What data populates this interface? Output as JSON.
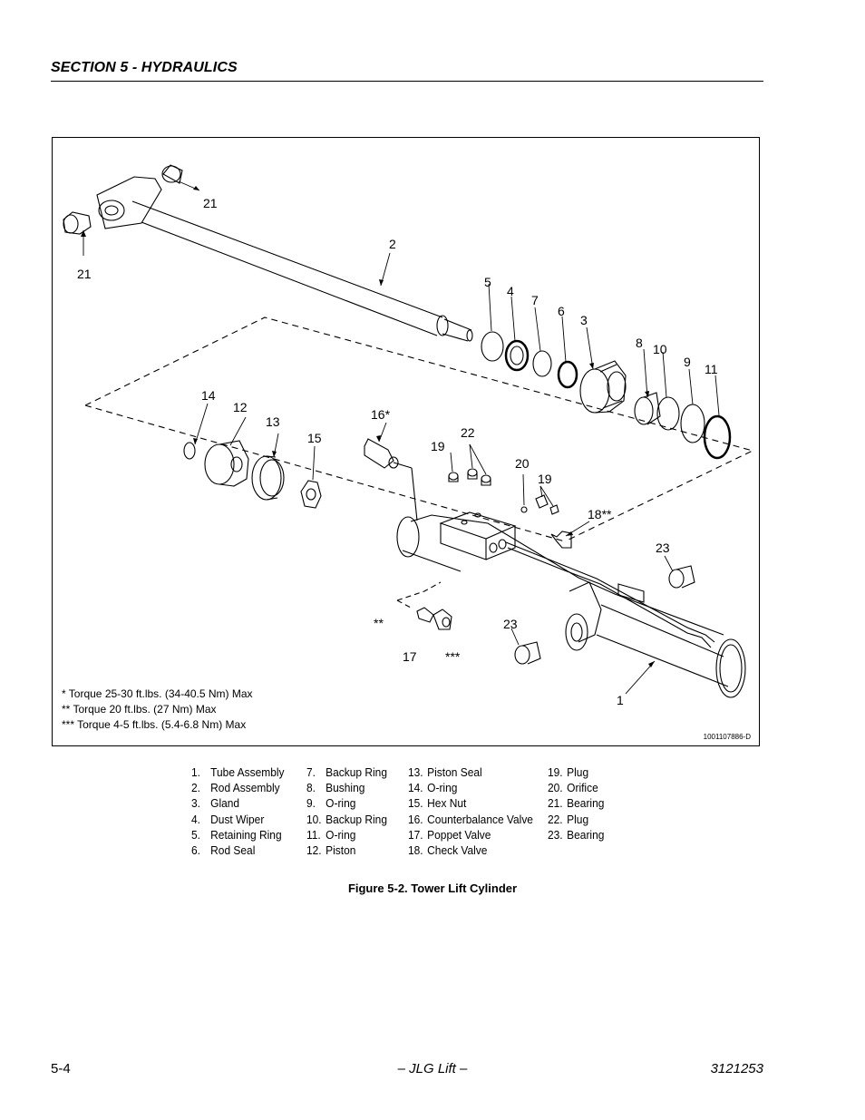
{
  "header": {
    "section_title": "SECTION 5 - HYDRAULICS"
  },
  "figure": {
    "callouts": {
      "c21a": "21",
      "c21b": "21",
      "c2": "2",
      "c5": "5",
      "c4": "4",
      "c7": "7",
      "c6": "6",
      "c3": "3",
      "c8": "8",
      "c10": "10",
      "c9": "9",
      "c11": "11",
      "c14": "14",
      "c12": "12",
      "c13": "13",
      "c15": "15",
      "c16": "16*",
      "c19a": "19",
      "c22": "22",
      "c20": "20",
      "c19b": "19",
      "c18": "18**",
      "c23a": "23",
      "c23b": "23",
      "c_star2": "**",
      "c17": "17",
      "c_star3": "***",
      "c1": "1"
    },
    "torque_notes": [
      "* Torque 25-30 ft.lbs. (34-40.5 Nm) Max",
      "** Torque 20 ft.lbs. (27 Nm) Max",
      "*** Torque 4-5 ft.lbs. (5.4-6.8 Nm) Max"
    ],
    "drawing_id": "1001107886-D",
    "caption": "Figure 5-2.  Tower Lift Cylinder"
  },
  "parts_legend": {
    "col1": [
      {
        "num": "1.",
        "name": "Tube Assembly"
      },
      {
        "num": "2.",
        "name": "Rod Assembly"
      },
      {
        "num": "3.",
        "name": "Gland"
      },
      {
        "num": "4.",
        "name": "Dust Wiper"
      },
      {
        "num": "5.",
        "name": "Retaining Ring"
      },
      {
        "num": "6.",
        "name": "Rod Seal"
      }
    ],
    "col2": [
      {
        "num": "7.",
        "name": "Backup Ring"
      },
      {
        "num": "8.",
        "name": "Bushing"
      },
      {
        "num": "9.",
        "name": "O-ring"
      },
      {
        "num": "10.",
        "name": "Backup Ring"
      },
      {
        "num": "11.",
        "name": "O-ring"
      },
      {
        "num": "12.",
        "name": "Piston"
      }
    ],
    "col3": [
      {
        "num": "13.",
        "name": "Piston Seal"
      },
      {
        "num": "14.",
        "name": "O-ring"
      },
      {
        "num": "15.",
        "name": "Hex Nut"
      },
      {
        "num": "16.",
        "name": "Counterbalance Valve"
      },
      {
        "num": "17.",
        "name": "Poppet Valve"
      },
      {
        "num": "18.",
        "name": "Check Valve"
      }
    ],
    "col4": [
      {
        "num": "19.",
        "name": "Plug"
      },
      {
        "num": "20.",
        "name": "Orifice"
      },
      {
        "num": "21.",
        "name": "Bearing"
      },
      {
        "num": "22.",
        "name": "Plug"
      },
      {
        "num": "23.",
        "name": "Bearing"
      }
    ]
  },
  "footer": {
    "page_number": "5-4",
    "center_text": "– JLG Lift –",
    "doc_number": "3121253"
  }
}
